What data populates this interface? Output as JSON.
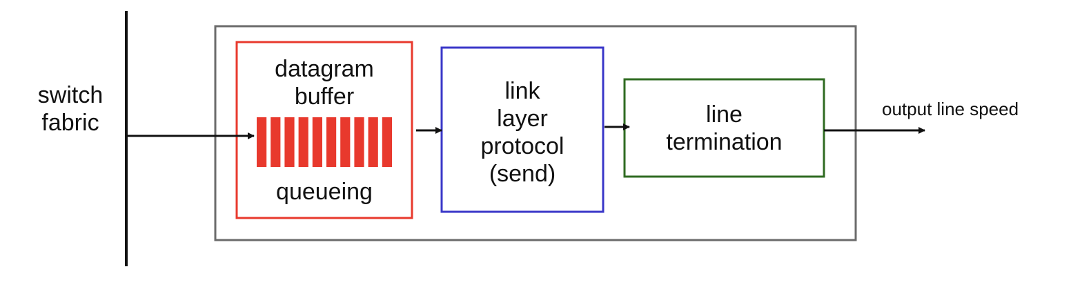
{
  "labels": {
    "switch_fabric": [
      "switch",
      "fabric"
    ],
    "buffer_top": [
      "datagram",
      "buffer"
    ],
    "buffer_bottom": "queueing",
    "link_layer": [
      "link",
      "layer",
      "protocol",
      "(send)"
    ],
    "line_termination": [
      "line",
      "termination"
    ],
    "output": "output line speed"
  },
  "queue_slots": 10,
  "colors": {
    "stroke": "#111111",
    "outer_box": "#6b6b6b",
    "buffer_box": "#e8392d",
    "queue_fill": "#e8392d",
    "link_box": "#3a37c8",
    "termination_box": "#2f6b21"
  }
}
